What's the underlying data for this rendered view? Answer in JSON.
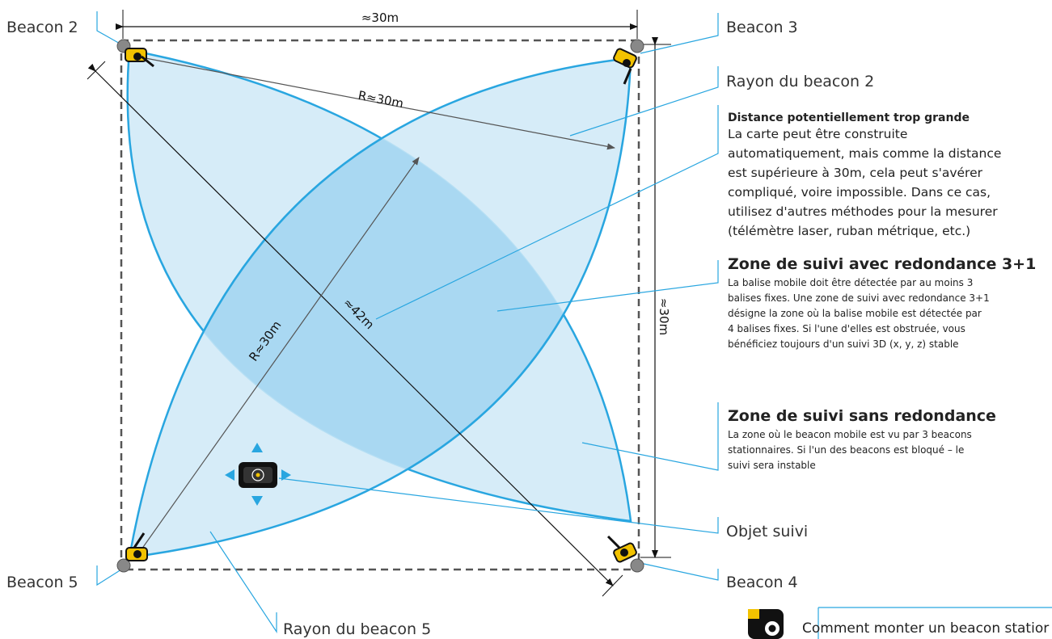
{
  "labels": {
    "beacon2": "Beacon 2",
    "beacon3": "Beacon 3",
    "beacon4": "Beacon 4",
    "beacon5": "Beacon 5",
    "width": "≈30m",
    "height": "≈30m",
    "diagonal": "≈42m",
    "radius_beacon2": "R≈30m",
    "radius_beacon5": "R≈30m",
    "rayon_beacon2": "Rayon du beacon 2",
    "rayon_beacon5": "Rayon du beacon 5",
    "objet_suivi": "Objet suivi",
    "bottom_link": "Comment monter un beacon statior"
  },
  "notes": {
    "distance_title": "Distance potentiellement trop grande",
    "distance_lines": [
      "La carte peut être construite",
      "automatiquement, mais comme la distance",
      "est supérieure à 30m, cela peut s'avérer",
      "compliqué, voire impossible. Dans ce cas,",
      "utilisez d'autres méthodes pour la mesurer",
      "(télémètre laser, ruban métrique, etc.)"
    ],
    "redundancy_title": "Zone de suivi avec redondance 3+1",
    "redundancy_lines": [
      "La balise mobile doit être détectée par au moins 3",
      "balises fixes. Une zone de suivi avec redondance 3+1",
      "désigne la zone où la balise mobile est détectée par",
      "4 balises fixes. Si l'une d'elles est obstruée, vous",
      "bénéficiez toujours d'un suivi 3D (x, y, z) stable"
    ],
    "no_redundancy_title": "Zone de suivi sans redondance",
    "no_redundancy_lines": [
      "La zone où le beacon mobile est vu par 3 beacons",
      "stationnaires. Si l'un des beacons est bloqué – le",
      "suivi sera instable"
    ]
  },
  "colors": {
    "zone_fill": "#cfe9f7",
    "zone_overlap": "#a9d8f2",
    "zone_edge": "#29a6e0",
    "leader": "#29a6e0",
    "dash": "#555555",
    "dimension": "#111111"
  }
}
